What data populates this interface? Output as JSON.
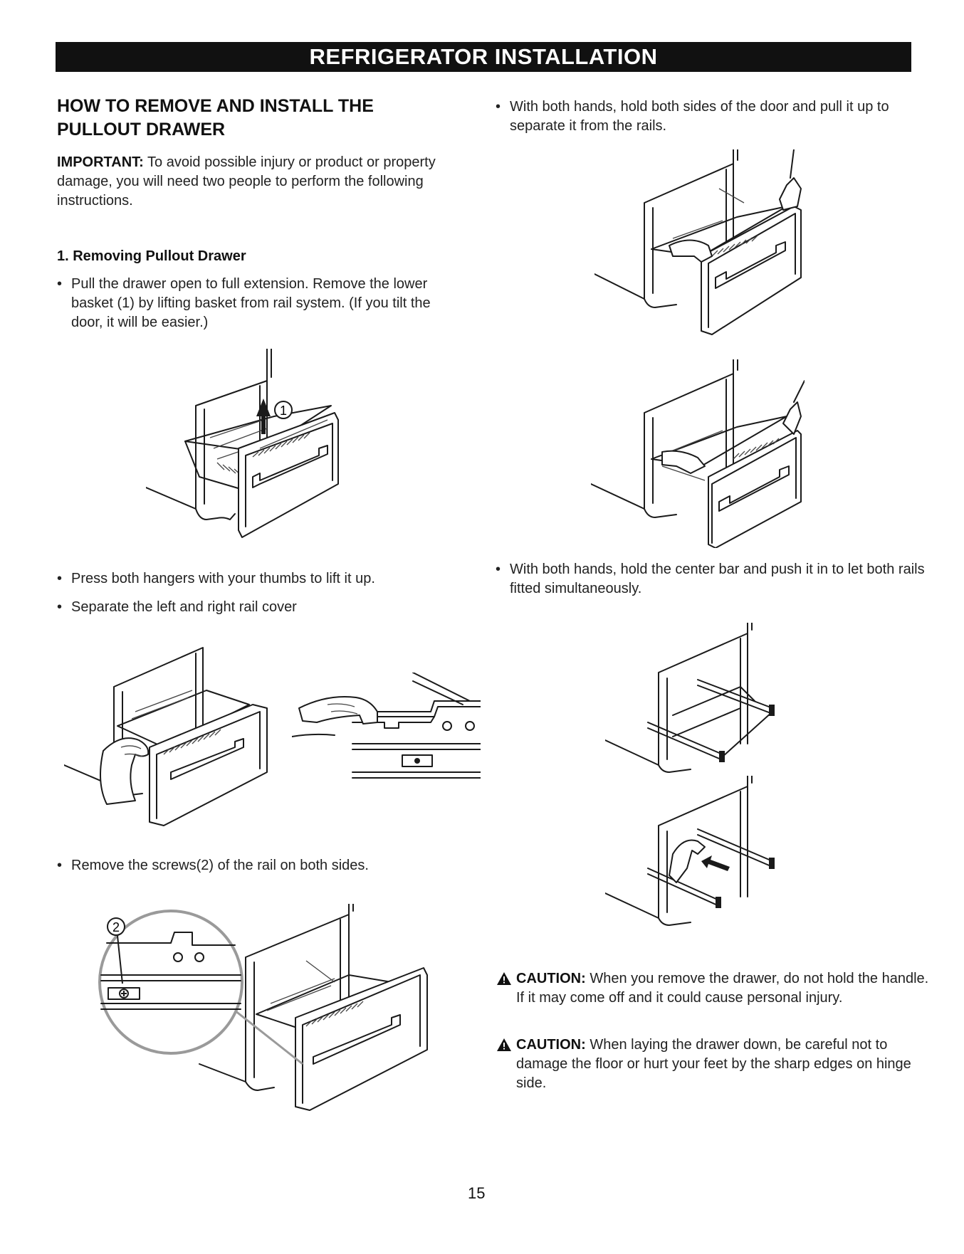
{
  "banner": {
    "title": "REFRIGERATOR INSTALLATION"
  },
  "section": {
    "heading": "HOW TO REMOVE AND INSTALL THE PULLOUT DRAWER"
  },
  "important": {
    "label": "IMPORTANT:",
    "text": "To avoid possible injury or product or property damage, you will need two people to perform the following instructions."
  },
  "step1": {
    "heading": "1. Removing Pullout Drawer"
  },
  "left_bullets": [
    "Pull the drawer open to full extension. Remove the lower basket (1) by lifting basket from rail system. (If you tilt the door, it will be easier.)",
    "Press both hangers with your thumbs to lift it up.",
    "Separate the left and right rail cover",
    "Remove the screws(2) of the rail on both sides."
  ],
  "right_bullets": [
    "With both hands, hold both sides of the door and pull it up to separate it from the rails.",
    "With both hands, hold the center bar and push it in to let both rails fitted simultaneously."
  ],
  "callouts": {
    "basket": "1",
    "screw": "2"
  },
  "cautions": [
    {
      "label": "CAUTION:",
      "text": "When you remove the drawer, do not hold the handle. If it may come off and it could cause personal injury."
    },
    {
      "label": "CAUTION:",
      "text": "When laying the drawer down, be careful not to damage the floor or hurt your feet by the sharp edges on hinge side."
    }
  ],
  "page_number": "15",
  "icons": {
    "caution": "warning-triangle-icon",
    "arrow": "up-arrow-icon"
  },
  "colors": {
    "banner_bg": "#111111",
    "banner_text": "#ffffff",
    "text": "#1a1a1a"
  }
}
